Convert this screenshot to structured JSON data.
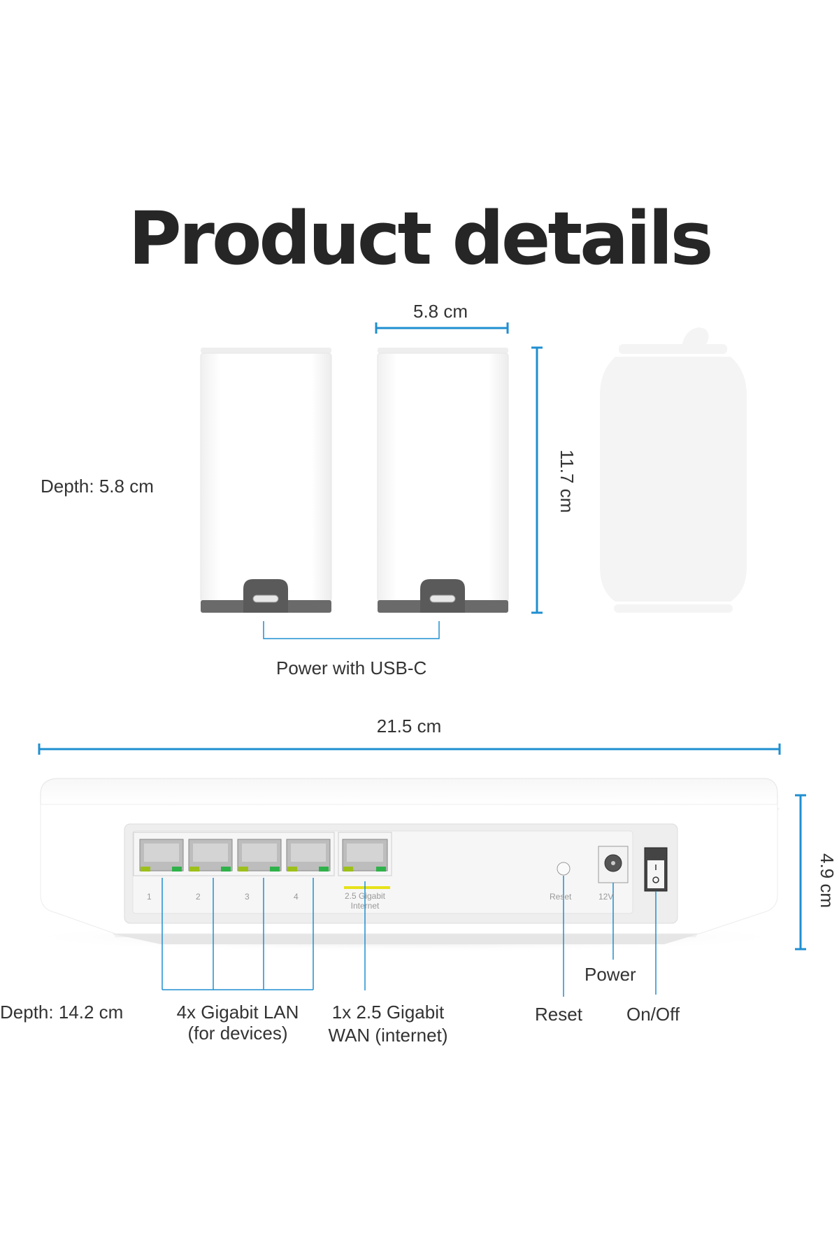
{
  "title": "Product details",
  "satellite": {
    "width_label": "5.8 cm",
    "height_label": "11.7 cm",
    "depth_label": "Depth: 5.8 cm",
    "power_label": "Power with USB-C"
  },
  "router": {
    "width_label": "21.5 cm",
    "height_label": "4.9 cm",
    "depth_label": "Depth: 14.2 cm",
    "lan_label_line1": "4x Gigabit LAN",
    "lan_label_line2": "(for devices)",
    "wan_label_line1": "1x 2.5 Gigabit",
    "wan_label_line2": "WAN (internet)",
    "power_label": "Power",
    "reset_label": "Reset",
    "onoff_label": "On/Off",
    "port_numbers": [
      "1",
      "2",
      "3",
      "4"
    ],
    "wan_port_line1": "2.5 Gigabit",
    "wan_port_line2": "Internet",
    "reset_port_label": "Reset",
    "power_port_label": "12V"
  },
  "colors": {
    "accent": "#1f8fd0",
    "device_body": "#ffffff",
    "device_dark": "#5a5a5a",
    "wan_highlight": "#e6e21a"
  }
}
